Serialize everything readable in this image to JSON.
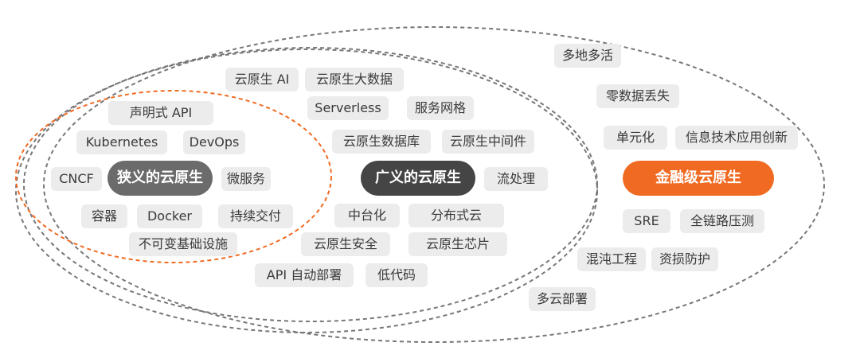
{
  "colors": {
    "ring_inner": "#f06a22",
    "ring_outer": "#777777",
    "narrow_center": "#6b6b6b",
    "broad_center": "#454545",
    "financial_center": "#f06a22",
    "pill_bg": "#ececec"
  },
  "rings": {
    "narrow": {
      "center_label": "狭义的云原生",
      "items": [
        "声明式 API",
        "Kubernetes",
        "DevOps",
        "CNCF",
        "微服务",
        "容器",
        "Docker",
        "持续交付",
        "不可变基础设施"
      ]
    },
    "broad": {
      "center_label": "广义的云原生",
      "items": [
        "云原生 AI",
        "云原生大数据",
        "Serverless",
        "服务网格",
        "云原生数据库",
        "云原生中间件",
        "流处理",
        "中台化",
        "分布式云",
        "云原生安全",
        "云原生芯片",
        "API 自动部署",
        "低代码"
      ]
    },
    "financial": {
      "center_label": "金融级云原生",
      "items": [
        "多地多活",
        "零数据丢失",
        "单元化",
        "信息技术应用创新",
        "SRE",
        "全链路压测",
        "混沌工程",
        "资损防护",
        "多云部署"
      ]
    }
  }
}
